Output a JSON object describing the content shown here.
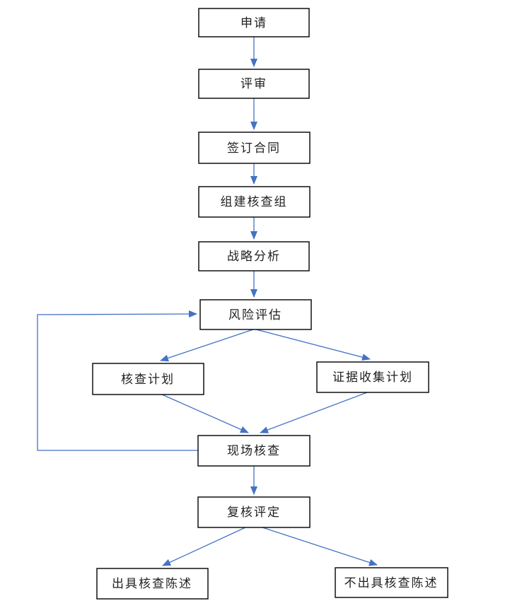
{
  "diagram": {
    "type": "flowchart",
    "colors": {
      "arrow": "#4472C4",
      "box_border": "#000000",
      "text": "#1f1f1f",
      "background": "#ffffff"
    },
    "nodes": [
      {
        "id": "application",
        "label": "申请"
      },
      {
        "id": "review",
        "label": "评审"
      },
      {
        "id": "sign-contract",
        "label": "签订合同"
      },
      {
        "id": "form-verification-team",
        "label": "组建核查组"
      },
      {
        "id": "strategic-analysis",
        "label": "战略分析"
      },
      {
        "id": "risk-assessment",
        "label": "风险评估"
      },
      {
        "id": "verification-plan",
        "label": "核查计划"
      },
      {
        "id": "evidence-collection-plan",
        "label": "证据收集计划"
      },
      {
        "id": "onsite-verification",
        "label": "现场核查"
      },
      {
        "id": "review-evaluation",
        "label": "复核评定"
      },
      {
        "id": "issue-verification-statement",
        "label": "出具核查陈述"
      },
      {
        "id": "not-issue-verification-statement",
        "label": "不出具核查陈述"
      }
    ],
    "edges": [
      {
        "from": "申请",
        "to": "评审",
        "type": "arrow"
      },
      {
        "from": "评审",
        "to": "签订合同",
        "type": "arrow"
      },
      {
        "from": "签订合同",
        "to": "组建核查组",
        "type": "arrow"
      },
      {
        "from": "组建核查组",
        "to": "战略分析",
        "type": "arrow"
      },
      {
        "from": "战略分析",
        "to": "风险评估",
        "type": "arrow"
      },
      {
        "from": "风险评估",
        "to": "核查计划",
        "type": "arrow"
      },
      {
        "from": "风险评估",
        "to": "证据收集计划",
        "type": "arrow"
      },
      {
        "from": "核查计划",
        "to": "现场核查",
        "type": "arrow"
      },
      {
        "from": "证据收集计划",
        "to": "现场核查",
        "type": "arrow"
      },
      {
        "from": "现场核查",
        "to": "复核评定",
        "type": "arrow"
      },
      {
        "from": "现场核查",
        "to": "风险评估",
        "type": "feedback-loop"
      },
      {
        "from": "复核评定",
        "to": "出具核查陈述",
        "type": "arrow"
      },
      {
        "from": "复核评定",
        "to": "不出具核查陈述",
        "type": "arrow"
      }
    ]
  }
}
